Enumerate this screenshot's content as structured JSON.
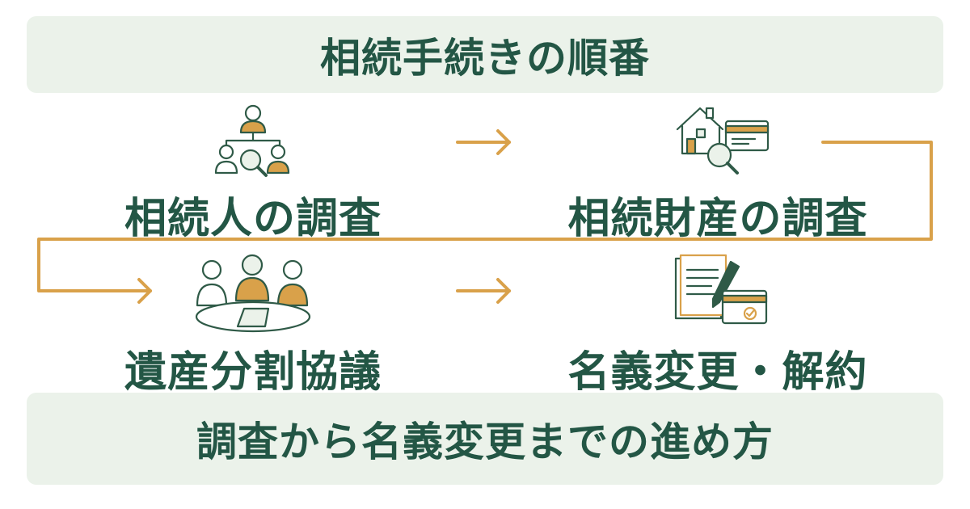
{
  "header": {
    "title": "相続手続きの順番"
  },
  "steps": [
    {
      "label": "相続人の調査",
      "icon": "family-tree-search-icon"
    },
    {
      "label": "相続財産の調査",
      "icon": "house-document-search-icon"
    },
    {
      "label": "遺産分割協議",
      "icon": "family-meeting-icon"
    },
    {
      "label": "名義変更・解約",
      "icon": "document-pen-card-icon"
    }
  ],
  "footer": {
    "subtitle": "調査から名義変更までの進め方"
  },
  "colors": {
    "banner_bg": "#ebf2ea",
    "text_dark_green": "#235645",
    "arrow_gold": "#d9a14a",
    "icon_outline": "#2f5a47"
  }
}
